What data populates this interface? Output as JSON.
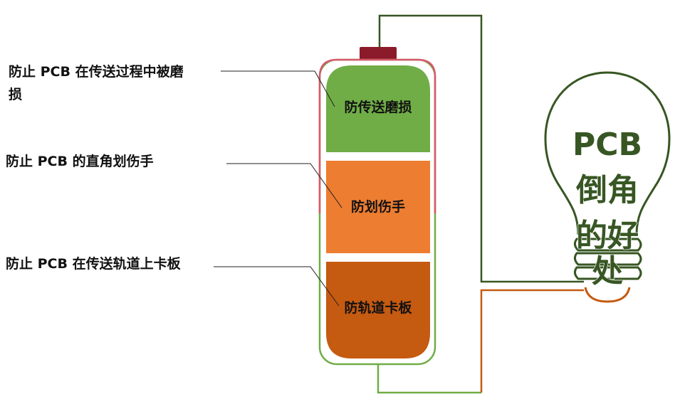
{
  "annotations": [
    {
      "line1": "防止 PCB 在传送过程中被磨",
      "line2": "损"
    },
    {
      "line1": "防止 PCB 的直角划伤手"
    },
    {
      "line1": "防止 PCB 在传送轨道上卡板"
    }
  ],
  "segments": [
    {
      "label": "防传送磨损",
      "color": "#70AD47"
    },
    {
      "label": "防划伤手",
      "color": "#ED7D31"
    },
    {
      "label": "防轨道卡板",
      "color": "#C55A11"
    }
  ],
  "bulb": {
    "lines": [
      "PCB",
      "倒角",
      "的好",
      "处"
    ],
    "text_color": "#375623",
    "outline_color": "#375623",
    "base_color": "#C55A11"
  },
  "wires": {
    "green": "#375623",
    "orange": "#C55A11",
    "cap": "#8B1A2B",
    "battery_outline_top": "#D9576B",
    "battery_outline_bottom": "#70AD47"
  }
}
